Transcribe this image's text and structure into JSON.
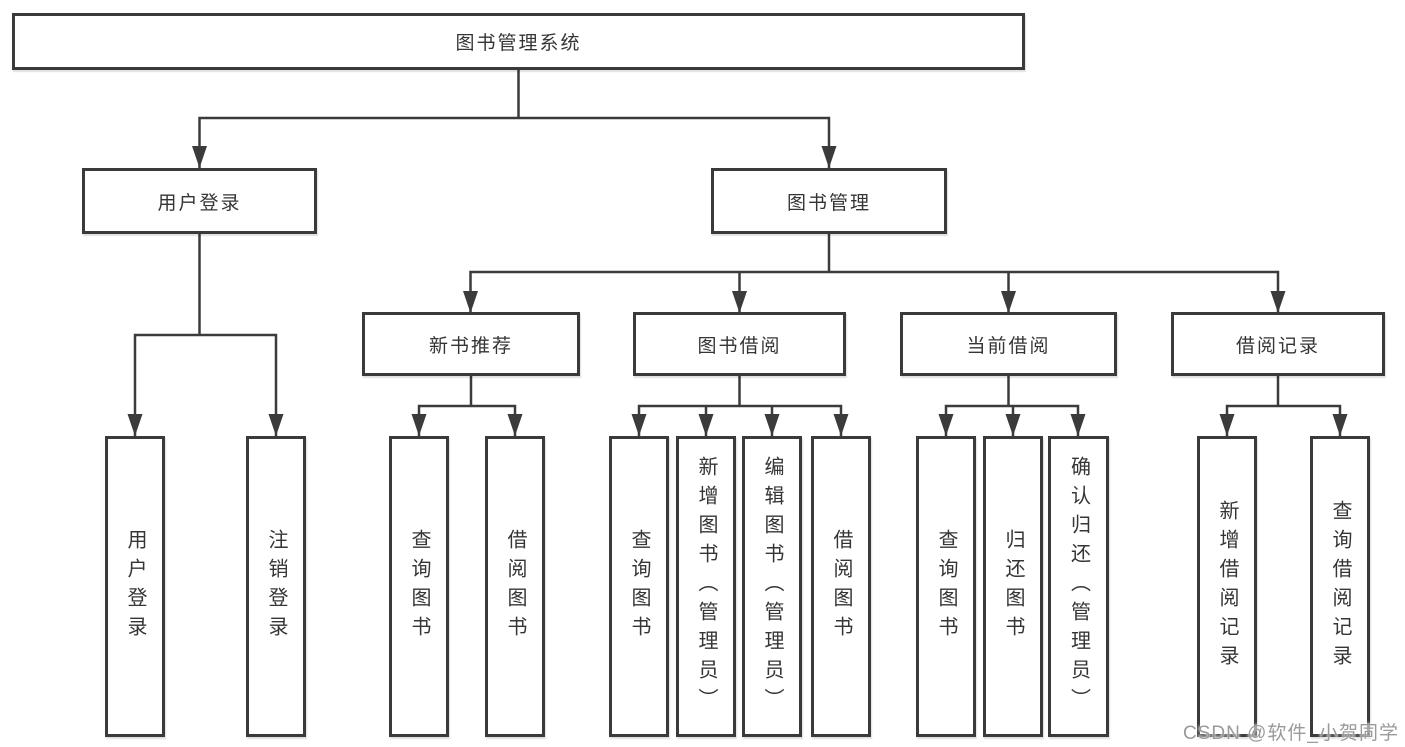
{
  "diagram_title": "图书管理系统",
  "tree": {
    "root": "图书管理系统",
    "children": [
      {
        "label": "用户登录",
        "children": [
          {
            "label": "用户登录"
          },
          {
            "label": "注销登录"
          }
        ]
      },
      {
        "label": "图书管理",
        "children": [
          {
            "label": "新书推荐",
            "children": [
              {
                "label": "查询图书"
              },
              {
                "label": "借阅图书"
              }
            ]
          },
          {
            "label": "图书借阅",
            "children": [
              {
                "label": "查询图书"
              },
              {
                "label": "新增图书（管理员）"
              },
              {
                "label": "编辑图书（管理员）"
              },
              {
                "label": "借阅图书"
              }
            ]
          },
          {
            "label": "当前借阅",
            "children": [
              {
                "label": "查询图书"
              },
              {
                "label": "归还图书"
              },
              {
                "label": "确认归还（管理员）"
              }
            ]
          },
          {
            "label": "借阅记录",
            "children": [
              {
                "label": "新增借阅记录"
              },
              {
                "label": "查询借阅记录"
              }
            ]
          }
        ]
      }
    ]
  },
  "watermark": "CSDN @软件_小贺同学",
  "colors": {
    "line": "#3b3b3b",
    "box_border": "#3a3a3a",
    "text": "#353535",
    "watermark_text": "#9a9a9a",
    "background": "#ffffff"
  }
}
